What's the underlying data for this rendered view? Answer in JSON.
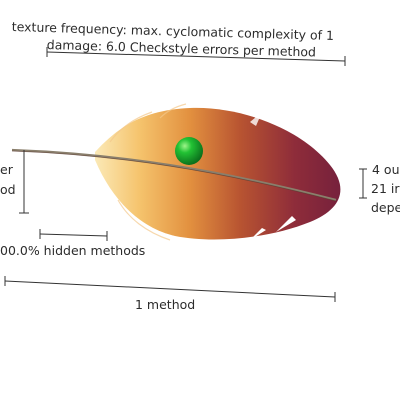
{
  "colors": {
    "feather_tip": "#7a1c3a",
    "feather_mid": "#9e3a33",
    "feather_base": "#f0b35a",
    "ball": "#17b030",
    "line": "#333333"
  },
  "labels": {
    "texture_frequency": "texture frequency: max. cyclomatic complexity of 1",
    "damage": "damage: 6.0 Checkstyle errors per method",
    "left_line1": "er",
    "left_line2": "od",
    "hidden_methods": "00.0% hidden methods",
    "right_line1": "4 ou",
    "right_line2": "21 ir",
    "right_line3": "depe",
    "length": "1 method"
  },
  "icons": {
    "ball": "green-sphere-icon",
    "feather": "feather-glyph"
  }
}
